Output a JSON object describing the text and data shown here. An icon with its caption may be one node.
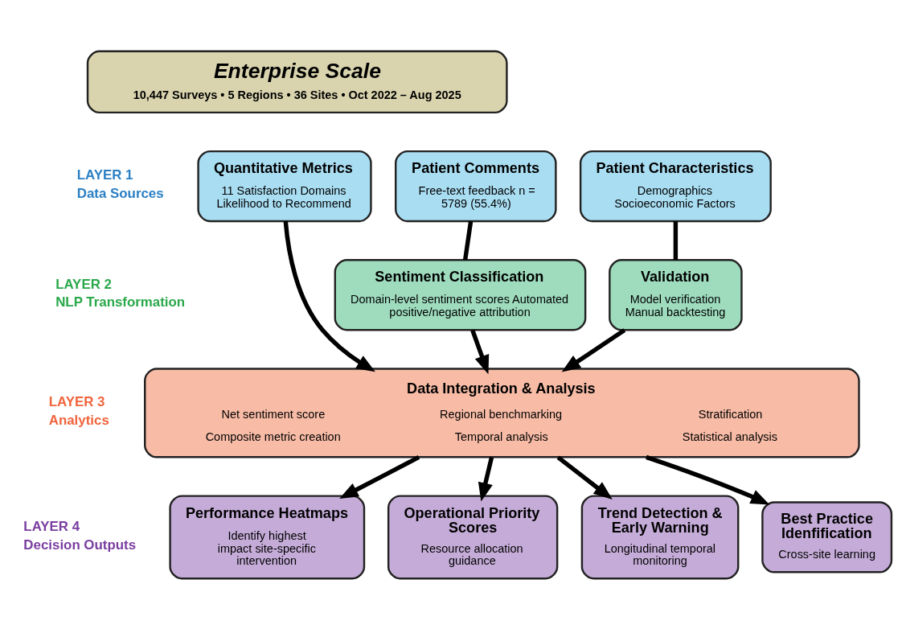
{
  "diagram": {
    "nodes": [
      {
        "text": [
          "Enterprise Scale",
          "10,447 Surveys • 5 Regions • 36 Sites • Oct 2022 – Aug 2025"
        ]
      },
      {
        "text": [
          "Quantitative Metrics",
          "11 Satisfaction Domains Likelihood to Recommend"
        ]
      },
      {
        "text": [
          "Patient Comments",
          "Free-text feedback n = 5789 (55.4%)"
        ]
      },
      {
        "text": [
          "Patient Characteristics",
          "Demographics Socioeconomic Factors"
        ]
      },
      {
        "text": [
          "Sentiment Classification",
          "Domain-level sentiment scores Automated positive/negative attribution"
        ]
      },
      {
        "text": [
          "Validation",
          "Model verification Manual backtesting"
        ]
      },
      {
        "text": [
          "Data Integration & Analysis",
          "Net sentiment score",
          "Regional benchmarking",
          "Stratification",
          "Composite metric creation",
          "Temporal analysis",
          "Statistical analysis"
        ]
      },
      {
        "text": [
          "Performance Heatmaps",
          "Identify highest impact site-specific intervention"
        ]
      },
      {
        "text": [
          "Operational Priority Scores",
          "Resource allocation guidance"
        ]
      },
      {
        "text": [
          "Trend Detection & Early Warning",
          "Longitudinal temporal monitoring"
        ]
      },
      {
        "text": [
          "Best Practice Idenfification",
          "Cross-site learning"
        ]
      }
    ],
    "edges": [
      {
        "from": 1,
        "to": 6,
        "arrow": "to"
      },
      {
        "from": 2,
        "to": 4,
        "arrow": "none"
      },
      {
        "from": 3,
        "to": 5,
        "arrow": "none"
      },
      {
        "from": 4,
        "to": 6,
        "arrow": "to"
      },
      {
        "from": 5,
        "to": 6,
        "arrow": "to"
      },
      {
        "from": 6,
        "to": 7,
        "arrow": "to"
      },
      {
        "from": 6,
        "to": 8,
        "arrow": "to"
      },
      {
        "from": 6,
        "to": 9,
        "arrow": "to"
      },
      {
        "from": 6,
        "to": 10,
        "arrow": "to"
      }
    ],
    "labels": [
      "LAYER 1",
      "Data Sources",
      "LAYER 2",
      "NLP Transformation",
      "LAYER 3",
      "Analytics",
      "LAYER 4",
      "Decision Outputs"
    ]
  }
}
